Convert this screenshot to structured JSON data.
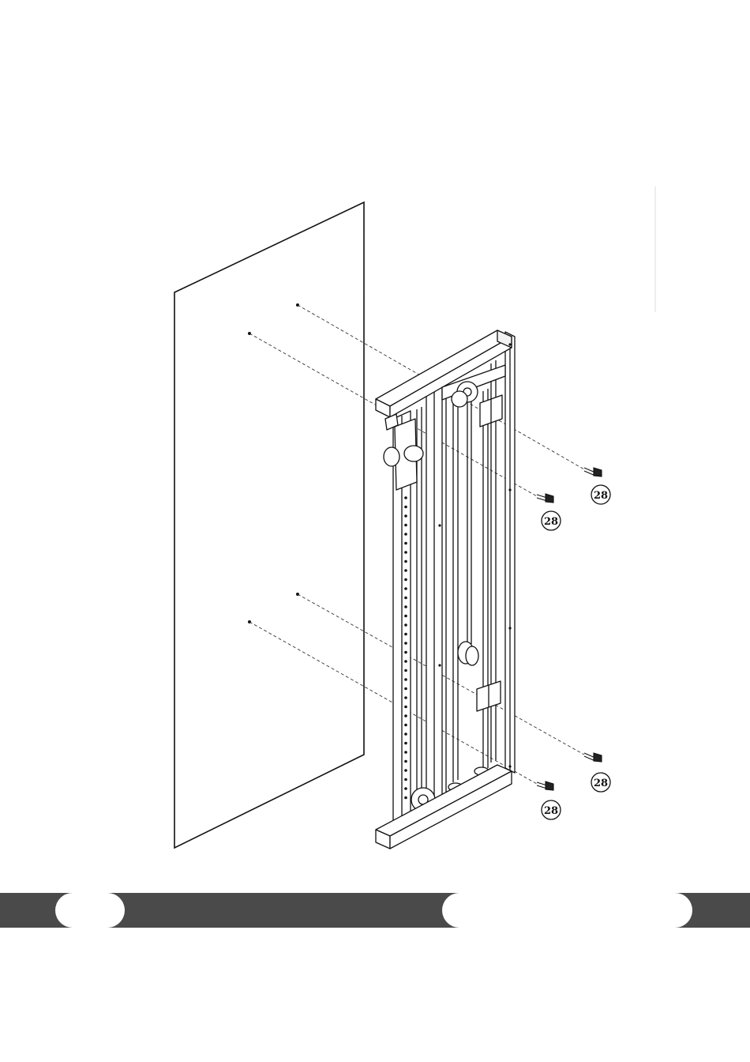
{
  "callouts": {
    "upper_right": "28",
    "upper_left": "28",
    "lower_right": "28",
    "lower_left": "28"
  },
  "colors": {
    "line": "#111111",
    "dash": "#333333",
    "footer_bar": "#4a4a4a",
    "footer_pill": "#ffffff"
  }
}
